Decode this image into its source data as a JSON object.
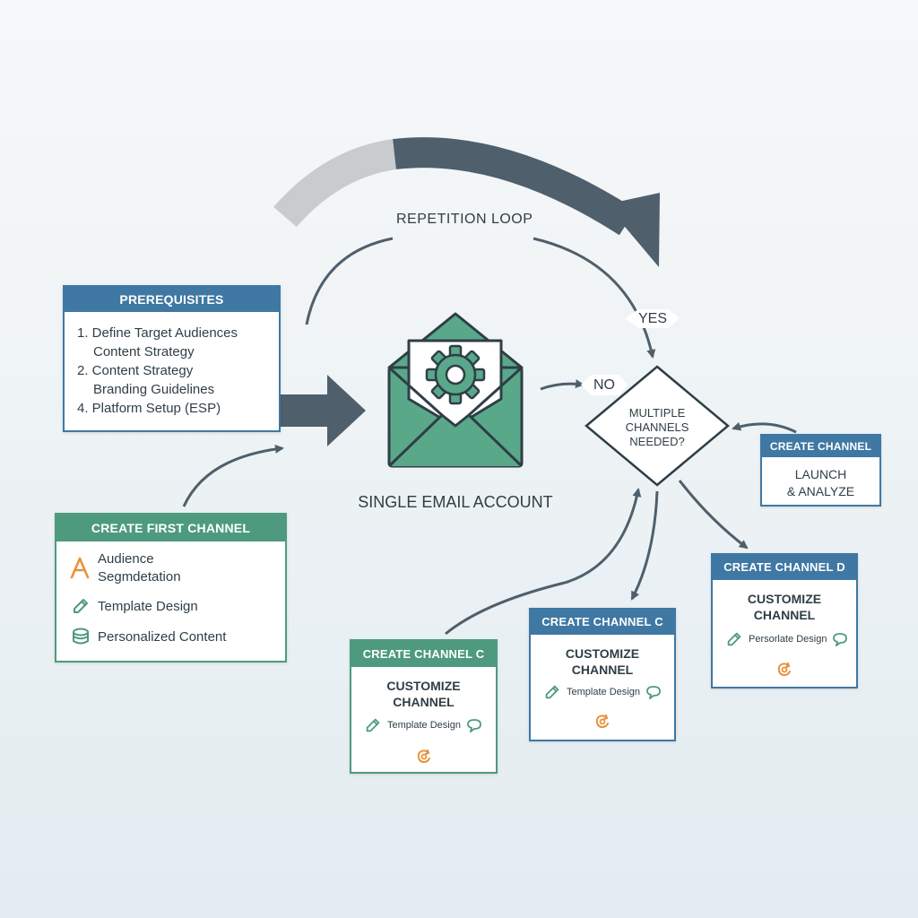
{
  "diagram": {
    "repetition_loop_label": "REPETITION LOOP",
    "yes_label": "YES",
    "no_label": "NO",
    "single_email_label": "SINGLE EMAIL ACCOUNT",
    "decision_line1": "MULTIPLE",
    "decision_line2": "CHANNELS",
    "decision_line3": "NEEDED?"
  },
  "prerequisites": {
    "title": "PREREQUISITES",
    "items": [
      "1. Define Target Audiences",
      "Content Strategy",
      "2. Content Strategy",
      "Branding Guidelines",
      "4. Platform Setup (ESP)"
    ]
  },
  "first_channel": {
    "title": "CREATE FIRST CHANNEL",
    "audience_line1": "Audience",
    "audience_line2": "Segmdetation",
    "template": "Template Design",
    "personalized": "Personalized Content"
  },
  "launch_box": {
    "title": "CREATE CHANNEL",
    "line1": "LAUNCH",
    "line2": "& ANALYZE"
  },
  "channel_d": {
    "title": "CREATE CHANNEL D",
    "line1": "CUSTOMIZE",
    "line2": "CHANNEL",
    "feature": "Persorlate Design"
  },
  "channel_c_mid": {
    "title": "CREATE CHANNEL C",
    "line1": "CUSTOMIZE",
    "line2": "CHANNEL",
    "feature": "Template Design"
  },
  "channel_c_left": {
    "title": "CREATE CHANNEL C",
    "line1": "CUSTOMIZE",
    "line2": "CHANNEL",
    "feature": "Template Design"
  },
  "icons": {
    "audience": "letter-a-icon",
    "template": "pencil-icon",
    "personalized": "database-icon",
    "chat": "chat-bubble-icon",
    "settings": "gear-icon",
    "email": "envelope-icon",
    "refresh": "refresh-icon"
  },
  "colors": {
    "blue": "#3f78a3",
    "green": "#4e9a7e",
    "dark": "#4f5f6c",
    "orange": "#e8923b"
  }
}
